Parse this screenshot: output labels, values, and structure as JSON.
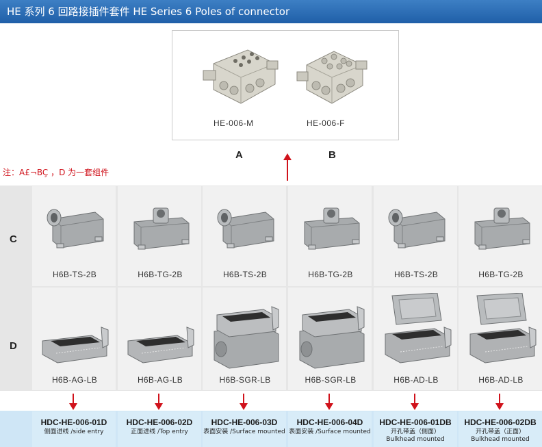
{
  "header": {
    "title": "HE 系列 6 回路接插件套件 HE Series 6 Poles of connector"
  },
  "connectors": [
    {
      "letter": "A",
      "label": "HE-006-M"
    },
    {
      "letter": "B",
      "label": "HE-006-F"
    }
  ],
  "note": "注：A£¬BÇ  ，D 为一套组件",
  "row_letters": {
    "c": "C",
    "d": "D"
  },
  "columns": [
    {
      "hood": "H6B-TS-2B",
      "housing": "H6B-AG-LB",
      "code": "HDC-HE-006-01D",
      "desc": [
        "侧面进线 /side entry"
      ]
    },
    {
      "hood": "H6B-TG-2B",
      "housing": "H6B-AG-LB",
      "code": "HDC-HE-006-02D",
      "desc": [
        "正面进线 /Top entry"
      ]
    },
    {
      "hood": "H6B-TS-2B",
      "housing": "H6B-SGR-LB",
      "code": "HDC-HE-006-03D",
      "desc": [
        "表面安装 /Surface mounted"
      ]
    },
    {
      "hood": "H6B-TG-2B",
      "housing": "H6B-SGR-LB",
      "code": "HDC-HE-006-04D",
      "desc": [
        "表面安装 /Surface mounted"
      ]
    },
    {
      "hood": "H6B-TS-2B",
      "housing": "H6B-AD-LB",
      "code": "HDC-HE-006-01DB",
      "desc": [
        "开孔带盖（侧面）",
        "Bulkhead mounted"
      ]
    },
    {
      "hood": "H6B-TG-2B",
      "housing": "H6B-AD-LB",
      "code": "HDC-HE-006-02DB",
      "desc": [
        "开孔带盖（正面）",
        "Bulkhead mounted"
      ]
    }
  ],
  "colors": {
    "header": "#2a6db5",
    "arrow": "#d0121b",
    "footer": "#d8ecf8"
  }
}
